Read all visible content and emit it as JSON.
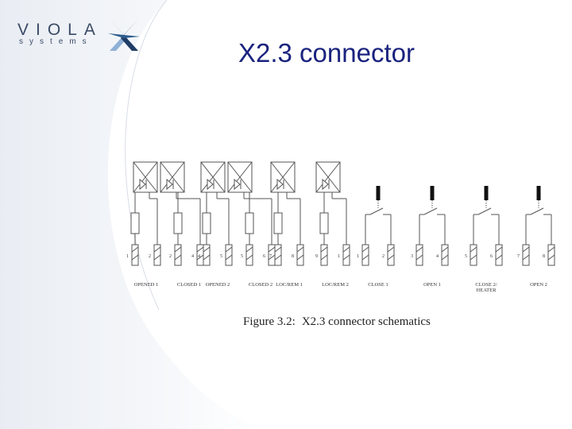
{
  "logo": {
    "main": "VIOLA",
    "sub": "systems",
    "colors": {
      "text": "#3a4a66",
      "mark_dark": "#1f3d66",
      "mark_light": "#8fb0d6"
    }
  },
  "slide": {
    "title": "X2.3 connector",
    "title_color": "#1a237e"
  },
  "figure": {
    "caption_label": "Figure 3.2:",
    "caption_text": "X2.3 connector schematics",
    "relay_outputs": [
      {
        "label": "OPENED 1",
        "pin_left": "1",
        "pin_right": "2"
      },
      {
        "label": "CLOSED 1",
        "pin_left": "2",
        "pin_right": "4"
      },
      {
        "label": "OPENED 2",
        "pin_left": "4",
        "pin_right": "5"
      },
      {
        "label": "CLOSED 2",
        "pin_left": "5",
        "pin_right": "6"
      },
      {
        "label": "LOC/REM 1",
        "pin_left": "7",
        "pin_right": "8"
      },
      {
        "label": "LOC/REM 2",
        "pin_left": "9",
        "pin_right": "1"
      }
    ],
    "switch_inputs": [
      {
        "label": "CLOSE 1",
        "label2": "",
        "pin_left": "1",
        "pin_right": "2"
      },
      {
        "label": "OPEN 1",
        "label2": "",
        "pin_left": "3",
        "pin_right": "4"
      },
      {
        "label": "CLOSE 2/",
        "label2": "HEATER",
        "pin_left": "5",
        "pin_right": "6"
      },
      {
        "label": "OPEN 2",
        "label2": "",
        "pin_left": "7",
        "pin_right": "8"
      }
    ]
  }
}
